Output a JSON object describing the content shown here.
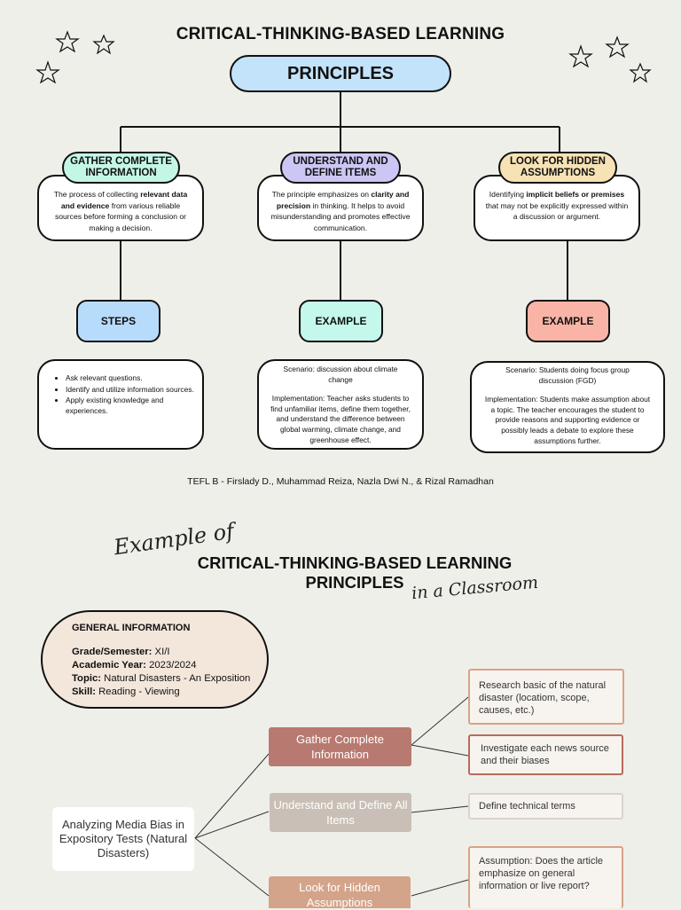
{
  "top": {
    "title": "CRITICAL-THINKING-BASED LEARNING",
    "main_label": "PRINCIPLES",
    "columns": [
      {
        "head": "GATHER COMPLETE INFORMATION",
        "head_color": "#c4f6e6",
        "desc_before": "The process of collecting ",
        "desc_bold": "relevant data and evidence",
        "desc_after": " from various reliable sources before forming a conclusion or making a decision.",
        "sub_label": "STEPS",
        "sub_color": "#b7dcfb",
        "steps": [
          "Ask relevant questions.",
          "Identify and utilize information sources.",
          "Apply existing knowledge and experiences."
        ]
      },
      {
        "head": "UNDERSTAND AND DEFINE ITEMS",
        "head_color": "#ccc6f5",
        "desc_before": "The principle emphasizes on ",
        "desc_bold": "clarity and precision",
        "desc_after": " in thinking. It helps to avoid misunderstanding and promotes effective communication.",
        "sub_label": "EXAMPLE",
        "sub_color": "#c4f8ec",
        "scenario": "Scenario: discussion about climate change",
        "implementation": "Implementation: Teacher asks students to find unfamiliar items, define them together, and understand the difference between global warming, climate change, and greenhouse effect."
      },
      {
        "head": "LOOK FOR HIDDEN ASSUMPTIONS",
        "head_color": "#f6e2b4",
        "desc_before": "Identifying ",
        "desc_bold": "implicit beliefs or premises",
        "desc_after": " that may not be explicitly expressed within a discussion or argument.",
        "sub_label": "EXAMPLE",
        "sub_color": "#f9b4a7",
        "scenario": "Scenario: Students doing focus group discussion (FGD)",
        "implementation": "Implementation: Students make assumption about a topic. The teacher encourages the student to provide reasons and supporting evidence or possibly leads a debate to explore these assumptions further."
      }
    ],
    "credit": "TEFL B - Firslady D., Muhammad Reiza, Nazla Dwi N., & Rizal Ramadhan"
  },
  "bottom": {
    "script_top": "Example of",
    "title_line1": "CRITICAL-THINKING-BASED LEARNING",
    "title_line2": "PRINCIPLES",
    "script_bottom": "in a Classroom",
    "general": {
      "heading": "GENERAL INFORMATION",
      "grade_label": "Grade/Semester:",
      "grade_value": " XI/I",
      "year_label": "Academic Year:",
      "year_value": " 2023/2024",
      "topic_label": "Topic:",
      "topic_value": " Natural Disasters - An Exposition",
      "skill_label": "Skill:",
      "skill_value": " Reading - Viewing"
    },
    "root": "Analyzing Media Bias in Expository Tests (Natural Disasters)",
    "branches": [
      {
        "label": "Gather Complete Information",
        "color": "#b87a70"
      },
      {
        "label": "Understand and Define All Items",
        "color": "#c9bfb6"
      },
      {
        "label": "Look for Hidden Assumptions",
        "color": "#d4a48a"
      }
    ],
    "leaves": [
      {
        "text": "Research basic of the natural disaster (locatiom, scope, causes, etc.)",
        "border": "#d8a287"
      },
      {
        "text": "Investigate each news source and their biases",
        "border": "#b76a5c"
      },
      {
        "text": "Define technical terms",
        "border": "#d9d4cc"
      },
      {
        "text": "Assumption: Does the article emphasize on general information or live report?",
        "border": "#d8a287"
      }
    ]
  }
}
